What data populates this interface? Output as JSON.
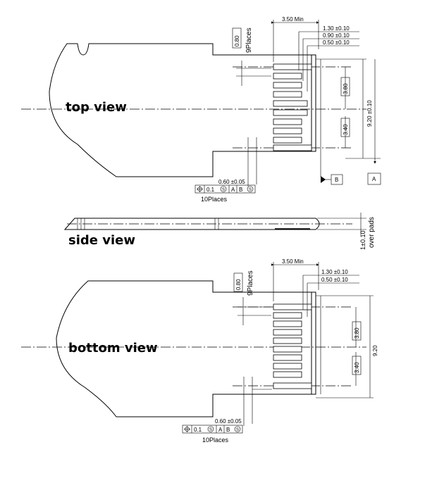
{
  "views": {
    "top": {
      "label": "top view",
      "width_dim": "3.50 Min",
      "dims_right": [
        "1.30 ±0.10",
        "0.90 ±0.10",
        "0.50 ±0.10"
      ],
      "pitch": "0.80",
      "pitch_places": "9Places",
      "height_dim": "9.20 ±0.10",
      "box_a": "3.80",
      "box_b": "3.40",
      "pad_width": "0.60 ±0.05",
      "fcf": [
        "0.1",
        "S",
        "A",
        "B",
        "S"
      ],
      "places": "10Places",
      "datum_b": "B",
      "datum_a": "A"
    },
    "side": {
      "label": "side view",
      "thickness": "1±0.10",
      "note": "over pads"
    },
    "bottom": {
      "label": "bottom view",
      "width_dim": "3.50 Min",
      "dims_right": [
        "1.30 ±0.10",
        "0.50 ±0.10"
      ],
      "pitch": "0.80",
      "pitch_places": "9Places",
      "height_dim": "9.20",
      "box_a": "3.80",
      "box_b": "3.40",
      "pad_width": "0.60 ±0.05",
      "fcf": [
        "0.1",
        "S",
        "A",
        "B",
        "S"
      ],
      "places": "10Places"
    }
  }
}
